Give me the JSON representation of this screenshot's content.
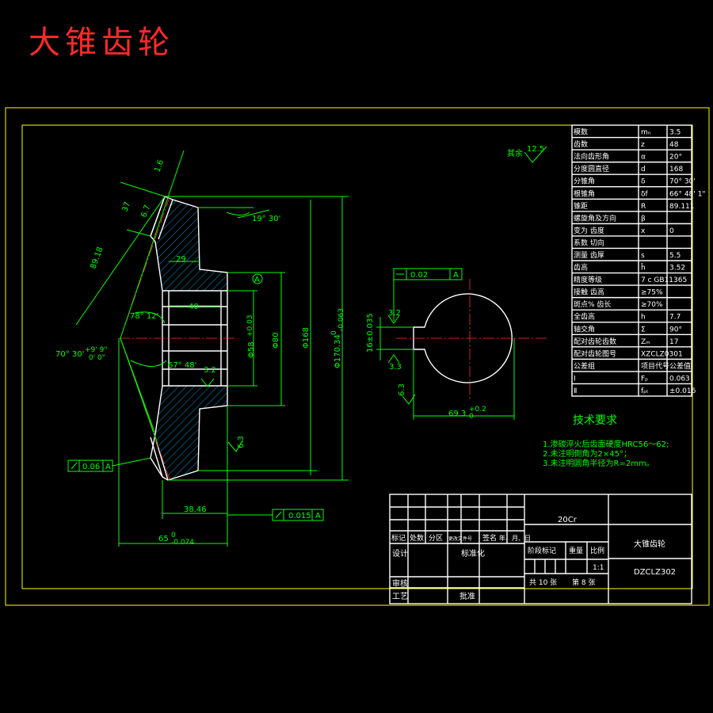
{
  "title": "大锥齿轮",
  "colors": {
    "background": "#000000",
    "title": "#ff2a2a",
    "frame": "#ffff00",
    "dimension": "#00ff00",
    "outline": "#ffffff",
    "center_line": "#ff3030"
  },
  "section_view": {
    "dims": {
      "slant_a": "1.6",
      "slant_b": "37",
      "slant_c": "6.7",
      "slant_long": "89.18",
      "angle_root": "19° 30'",
      "hub_width": "29",
      "bore_length": "40",
      "angle_tip": "78° 12'",
      "cone_angle_main": "70° 30'",
      "cone_tol_upper": "+9' 9\"",
      "cone_tol_lower": "0' 0\"",
      "back_angle": "67° 48'",
      "fillet": "3.2",
      "bore_dia": "Φ58",
      "bore_tol": "+0.03",
      "hub_dia": "Φ80",
      "pitch_dia": "Φ168",
      "tip_dia": "Φ170.34",
      "tip_tol_upper": "0",
      "tip_tol_lower": "-0.063",
      "datum_mark": "A",
      "rough_back": "6.3",
      "runout_tol": "0.06",
      "runout_ref": "A",
      "mount_dist": "38.46",
      "face_tol": "0.015",
      "face_ref": "A",
      "overall_len": "65",
      "overall_tol_upper": "0",
      "overall_tol_lower": "-0.074"
    }
  },
  "end_view": {
    "dims": {
      "sym_tol": "0.02",
      "sym_ref": "A",
      "key_width": "16±0.035",
      "rough_key_top": "3.2",
      "rough_key_bot": "3.3",
      "rough_side": "6.3",
      "key_depth": "69.3",
      "key_depth_tol_upper": "+0.2",
      "key_depth_tol_lower": "0"
    }
  },
  "roughness_note": {
    "label": "其余",
    "value": "12.5"
  },
  "params_table": {
    "rows": [
      [
        "模数",
        "mₙ",
        "3.5"
      ],
      [
        "齿数",
        "z",
        "48"
      ],
      [
        "法向齿形角",
        "α",
        "20°"
      ],
      [
        "分度圆直径",
        "d",
        "168"
      ],
      [
        "分锥角",
        "δ",
        "70° 30'"
      ],
      [
        "根锥角",
        "δf",
        "66° 48' 1\""
      ],
      [
        "锥距",
        "R",
        "89.111"
      ],
      [
        "螺旋角及方向",
        "β",
        ""
      ],
      [
        "变为 齿度",
        "x",
        "0"
      ],
      [
        "系数 切向",
        "",
        ""
      ],
      [
        "测量 齿厚",
        "s",
        "5.5"
      ],
      [
        "齿高",
        "h̄",
        "3.52"
      ],
      [
        "精度等级",
        "7 c GB11365",
        ""
      ],
      [
        "接触 齿高",
        "≥75%",
        ""
      ],
      [
        "斑点% 齿长",
        "≥70%",
        ""
      ],
      [
        "全齿高",
        "h",
        "7.7"
      ],
      [
        "轴交角",
        "Σ",
        "90°"
      ],
      [
        "配对齿轮齿数",
        "Zₘ",
        "17"
      ],
      [
        "配对齿轮图号",
        "XZCLZ0301",
        ""
      ],
      [
        "公差组",
        "项目代号",
        "公差值"
      ],
      [
        "Ⅰ",
        "Fₚ",
        "0.063"
      ],
      [
        "Ⅱ",
        "fₚₜ",
        "±0.016"
      ]
    ]
  },
  "tech_requirements": {
    "heading": "技术要求",
    "items": [
      "1.渗碳淬火后齿面硬度HRC56～62;",
      "2.未注明倒角为2×45°；",
      "3.未注明圆角半径为R=2mm。"
    ]
  },
  "title_block": {
    "material": "20Cr",
    "part_name": "大锥齿轮",
    "drawing_no": "DZCLZ302",
    "col_labels": [
      "标记",
      "处数",
      "分区",
      "更改文件号",
      "签名",
      "年、月、日"
    ],
    "row_design": "设计",
    "row_standard": "标准化",
    "row_check": "审核",
    "row_process": "工艺",
    "row_approve": "批准",
    "stage_label": "阶段标记",
    "weight_label": "重量",
    "scale_label": "比例",
    "scale_value": "1:1",
    "sheets_total": "共 10 张",
    "sheet_no": "第 8 张"
  }
}
